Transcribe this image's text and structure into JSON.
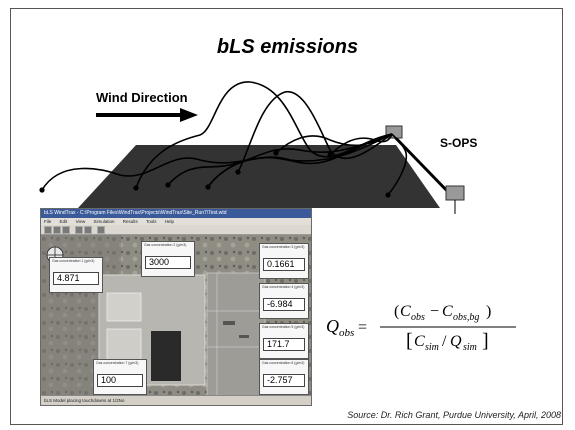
{
  "slide": {
    "title": "bLS emissions",
    "wind_label": "Wind Direction",
    "sops_label": "S-OPS",
    "source": "Source: Dr. Rich Grant, Purdue University, April, 2008"
  },
  "app": {
    "window_title": "bLS WindTrax - C:\\Program Files\\WindTrax\\Projects\\WindTrax\\Site_Run7\\Test.wtd",
    "menu": [
      "File",
      "Edit",
      "View",
      "Simulation",
      "Results",
      "Tools",
      "Help"
    ],
    "status_text": "bLS Model placing touchdowns at 1/2No",
    "readouts": [
      {
        "label": "Gas concentration 1 (g/m3)",
        "value": "4.871"
      },
      {
        "label": "Gas concentration 2 (g/m3)",
        "value": "3000"
      },
      {
        "label": "Gas concentration 3 (g/m3)",
        "value": "0.1661"
      },
      {
        "label": "Gas concentration 4 (g/m3)",
        "value": "-6.984"
      },
      {
        "label": "Gas concentration 5 (g/m3)",
        "value": "171.7"
      },
      {
        "label": "Gas concentration 6 (g/m3)",
        "value": "-2.757"
      },
      {
        "label": "Gas concentration 7 (g/m3)",
        "value": "100"
      }
    ]
  },
  "formula": {
    "lhs": "Q",
    "lhs_sub": "obs",
    "num_a": "C",
    "num_a_sub": "obs",
    "num_b": "C",
    "num_b_sub": "obs,bg",
    "den_a": "C",
    "den_a_sub": "sim",
    "den_b": "Q",
    "den_b_sub": "sim"
  }
}
